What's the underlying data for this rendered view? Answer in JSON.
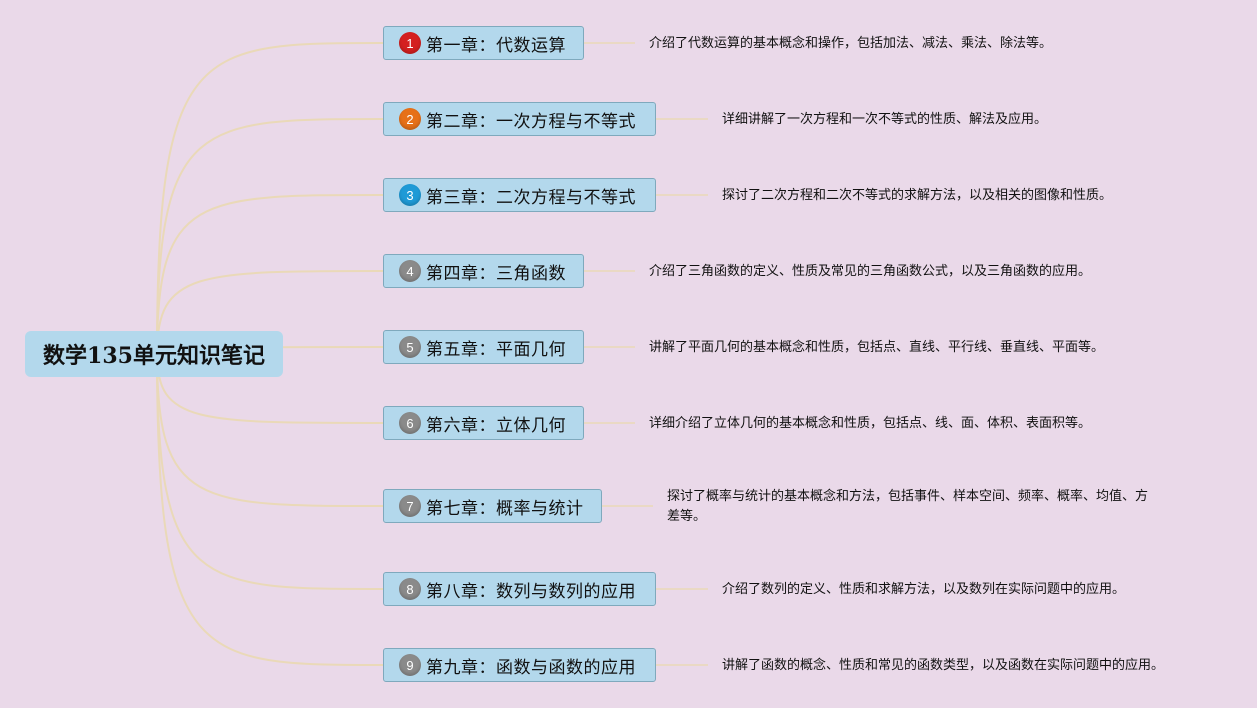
{
  "root": {
    "title": "数学135单元知识笔记"
  },
  "colors": {
    "background": "#ead9e9",
    "node_fill": "#b3d8ec",
    "node_border": "#7fa9bd",
    "connector": "#ead9b8"
  },
  "chapters": [
    {
      "number": "1",
      "title": "第一章：代数运算",
      "badge_color": "#d42020",
      "description": "介绍了代数运算的基本概念和操作，包括加法、减法、乘法、除法等。"
    },
    {
      "number": "2",
      "title": "第二章：一次方程与不等式",
      "badge_color": "#e67018",
      "description": "详细讲解了一次方程和一次不等式的性质、解法及应用。"
    },
    {
      "number": "3",
      "title": "第三章：二次方程与不等式",
      "badge_color": "#1f9ad6",
      "description": "探讨了二次方程和二次不等式的求解方法，以及相关的图像和性质。"
    },
    {
      "number": "4",
      "title": "第四章：三角函数",
      "badge_color": "#8a8a8a",
      "description": "介绍了三角函数的定义、性质及常见的三角函数公式，以及三角函数的应用。"
    },
    {
      "number": "5",
      "title": "第五章：平面几何",
      "badge_color": "#8a8a8a",
      "description": "讲解了平面几何的基本概念和性质，包括点、直线、平行线、垂直线、平面等。"
    },
    {
      "number": "6",
      "title": "第六章：立体几何",
      "badge_color": "#8a8a8a",
      "description": "详细介绍了立体几何的基本概念和性质，包括点、线、面、体积、表面积等。"
    },
    {
      "number": "7",
      "title": "第七章：概率与统计",
      "badge_color": "#8a8a8a",
      "description": "探讨了概率与统计的基本概念和方法，包括事件、样本空间、频率、概率、均值、方差等。"
    },
    {
      "number": "8",
      "title": "第八章：数列与数列的应用",
      "badge_color": "#8a8a8a",
      "description": "介绍了数列的定义、性质和求解方法，以及数列在实际问题中的应用。"
    },
    {
      "number": "9",
      "title": "第九章：函数与函数的应用",
      "badge_color": "#8a8a8a",
      "description": "讲解了函数的概念、性质和常见的函数类型，以及函数在实际问题中的应用。"
    }
  ]
}
